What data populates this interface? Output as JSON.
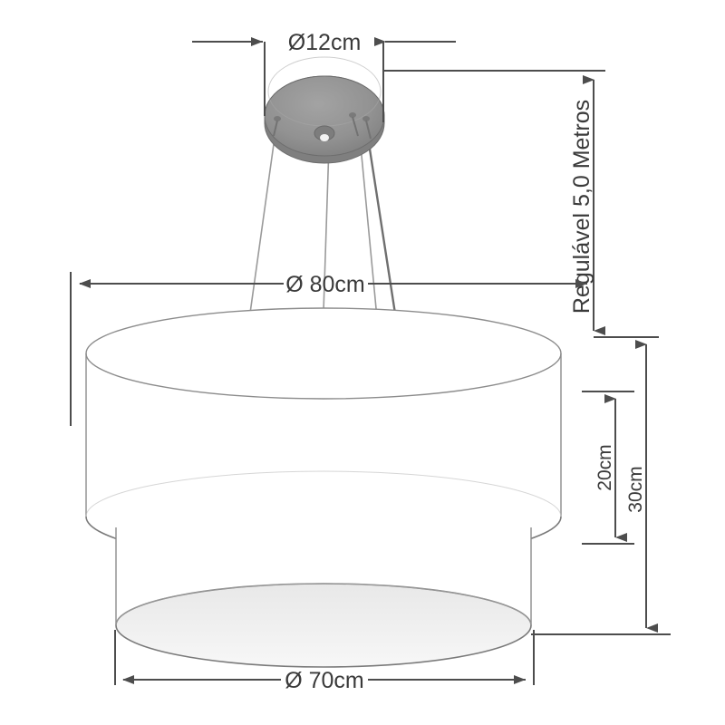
{
  "drawing": {
    "title": "Pendant Lamp Dimensional Drawing",
    "product_type": "double-cylinder-pendant-lamp",
    "background_color": "#ffffff",
    "line_color": "#4d4d4d",
    "thin_line_color": "#8c8c8c",
    "canopy_color": "#8f8f8f",
    "shade_color": "#ffffff",
    "inner_ellipse_color": "#eeeeee"
  },
  "dimensions": {
    "canopy_diameter": {
      "label": "Ø12cm",
      "value": 12,
      "unit": "cm",
      "orientation": "horizontal",
      "describes": "canopy-diameter"
    },
    "upper_shade_diameter": {
      "label": "Ø 80cm",
      "value": 80,
      "unit": "cm",
      "orientation": "horizontal",
      "describes": "upper-shade-diameter"
    },
    "lower_shade_diameter": {
      "label": "Ø 70cm",
      "value": 70,
      "unit": "cm",
      "orientation": "horizontal",
      "describes": "lower-shade-diameter"
    },
    "suspension": {
      "label": "Regulável 5,0 Metros",
      "value": 5.0,
      "unit": "Metros",
      "orientation": "vertical",
      "describes": "adjustable-suspension-height"
    },
    "upper_shade_height": {
      "label": "20cm",
      "value": 20,
      "unit": "cm",
      "orientation": "vertical",
      "describes": "upper-shade-height"
    },
    "total_shade_height": {
      "label": "30cm",
      "value": 30,
      "unit": "cm",
      "orientation": "vertical",
      "describes": "total-shade-height"
    }
  },
  "parts": {
    "canopy": "ceiling-canopy",
    "cables": "suspension-cables",
    "upper_shade": "upper-cylinder-shade",
    "lower_shade": "lower-cylinder-shade",
    "diffuser": "bottom-diffuser-opening"
  }
}
